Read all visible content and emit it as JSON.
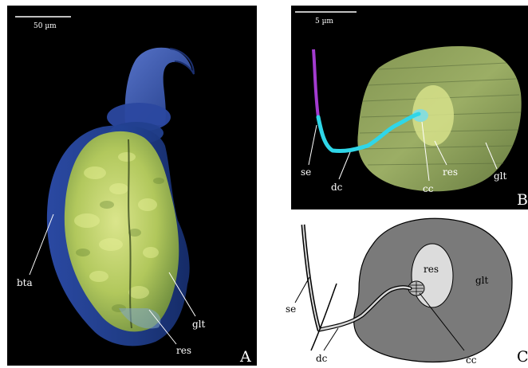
{
  "panel_a": {
    "letter": "A",
    "scale_bar": "50 µm",
    "labels": {
      "bta": "bta",
      "glt": "glt",
      "res": "res"
    }
  },
  "panel_b": {
    "letter": "B",
    "scale_bar": "5 µm",
    "labels": {
      "se": "se",
      "dc": "dc",
      "cc": "cc",
      "res": "res",
      "glt": "glt"
    }
  },
  "panel_c": {
    "letter": "C",
    "labels": {
      "se": "se",
      "dc": "dc",
      "cc": "cc",
      "res": "res",
      "glt": "glt"
    }
  },
  "colors": {
    "background_dark": "#000000",
    "capsule_blue": "#2a4fa8",
    "gland_yellow_green": "#c9d86a",
    "duct_cyan": "#2fd6e8",
    "seta_magenta": "#b23bc7",
    "schematic_gray": "#7a7a7a",
    "reservoir_light": "#dcdcdc"
  }
}
